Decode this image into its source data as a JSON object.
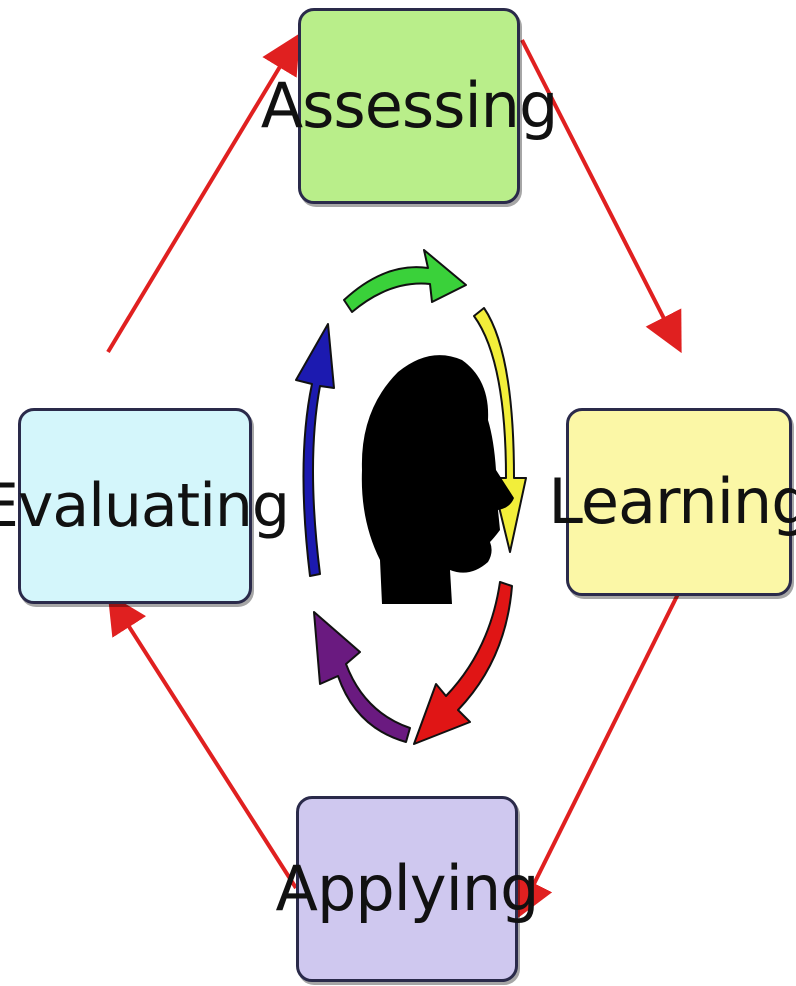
{
  "stages": [
    {
      "key": "assessing",
      "label": "Assessing",
      "color": "#b9ee8a"
    },
    {
      "key": "learning",
      "label": "Learning",
      "color": "#fbf7a6"
    },
    {
      "key": "applying",
      "label": "Applying",
      "color": "#cfc8ef"
    },
    {
      "key": "evaluating",
      "label": "Evaluating",
      "color": "#d4f6fb"
    }
  ],
  "connector_color": "#e02020",
  "center_icon": "head-silhouette-icon",
  "cycle_arrow_colors": [
    "#3ad13a",
    "#f2ee3a",
    "#e01515",
    "#6a1a80",
    "#1c1ab0"
  ]
}
